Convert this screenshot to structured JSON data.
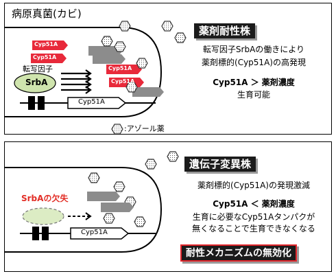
{
  "panel1": {
    "title": "病原真菌(カビ)",
    "badge": "薬剤耐性株",
    "line1": "転写因子SrbAの働きにより",
    "line2": "薬剤標的(Cyp51A)の高発現",
    "line3": "Cyp51A ＞ 薬剤濃度",
    "line4": "生育可能",
    "tf_label": "転写因子",
    "tf_name": "SrbA",
    "gene": "Cyp51A",
    "protein_labels": [
      "Cyp51A",
      "Cyp51A",
      "Cyp51A",
      "Cyp51A"
    ],
    "legend": ":アゾール薬"
  },
  "panel2": {
    "badge": "遺伝子変異株",
    "line1": "薬剤標的(Cyp51A)の発現激減",
    "line2": "Cyp51A ＜ 薬剤濃度",
    "line3": "生育に必要なCyp51Aタンパクが",
    "line4": "無くなることで生育できなくなる",
    "deletion_label": "SrbAの欠失",
    "gene": "Cyp51A",
    "bottom_badge": "耐性メカニズムの無効化"
  },
  "colors": {
    "red_protein": "#e8293a",
    "gray_protein": "#8c8c8c",
    "srba_fill": "#cfe4ad",
    "deletion_text": "#e22d25",
    "badge_border": "#e3262c"
  }
}
